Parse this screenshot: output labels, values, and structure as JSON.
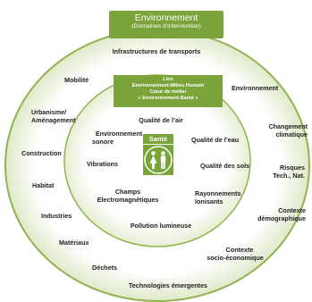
{
  "title": {
    "line1": "Environnement",
    "line2": "(Domaines d’intervention)"
  },
  "center": {
    "line1": "Lien",
    "line2": "Environnement-Milieu Humain",
    "line3": "Cœur de métier",
    "line4": "« Environnement-Santé »"
  },
  "core": {
    "label": "Santé",
    "icon": "people-icon"
  },
  "outer_ring": [
    "Infrastructures de transports",
    "Mobilité",
    "Environnement",
    "Urbanisme/",
    "Aménagement",
    "Changement",
    "climatique",
    "Construction",
    "Risques",
    "Tech., Nat.",
    "Habitat",
    "Contexte",
    "démographique",
    "Industries",
    "Contexte",
    "socio-économique",
    "Matériaux",
    "Déchets",
    "Technologies émergentes"
  ],
  "inner_ring": [
    "Qualité de l’air",
    "Environnement",
    "sonore",
    "Qualité de l’eau",
    "Vibrations",
    "Qualité des sols",
    "Champs",
    "Electromagnétiques",
    "Rayonnements",
    "Ionisants",
    "Pollution lumineuse"
  ],
  "colors": {
    "accent": "#7aa33a",
    "ring_light": "#dfe9c9",
    "ring_border": "#8fb44d"
  }
}
